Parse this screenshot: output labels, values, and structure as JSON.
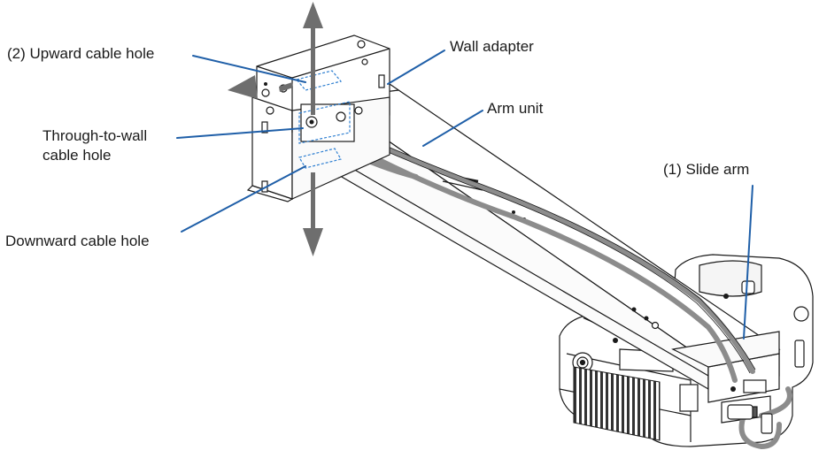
{
  "diagram": {
    "labels": {
      "upward_cable_hole": "(2) Upward cable hole",
      "wall_adapter": "Wall adapter",
      "arm_unit": "Arm unit",
      "through_to_wall_line1": "Through-to-wall",
      "through_to_wall_line2": "cable hole",
      "slide_arm": "(1) Slide arm",
      "downward_cable_hole": "Downward cable hole"
    },
    "colors": {
      "leader_line": "#1f5fa8",
      "outline": "#1a1a1a",
      "cable": "#8c8c8c",
      "arrow": "#6e6e6e",
      "cable_hole_marker": "#2e7fd1"
    }
  }
}
